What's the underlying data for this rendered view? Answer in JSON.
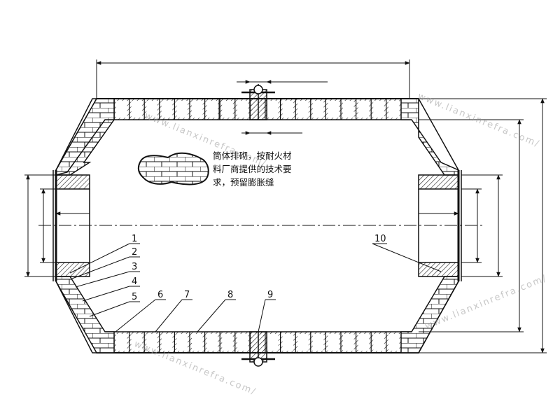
{
  "note_lines": [
    "筒体排砌，按耐火材",
    "料厂商提供的技术要",
    "求，预留膨胀缝"
  ],
  "callouts": [
    "1",
    "2",
    "3",
    "4",
    "5",
    "6",
    "7",
    "8",
    "9",
    "10"
  ],
  "watermark": "www.lianxinrefra.com/",
  "colors": {
    "line": "#111111",
    "fill": "#ffffff",
    "hatch": "#222222"
  }
}
